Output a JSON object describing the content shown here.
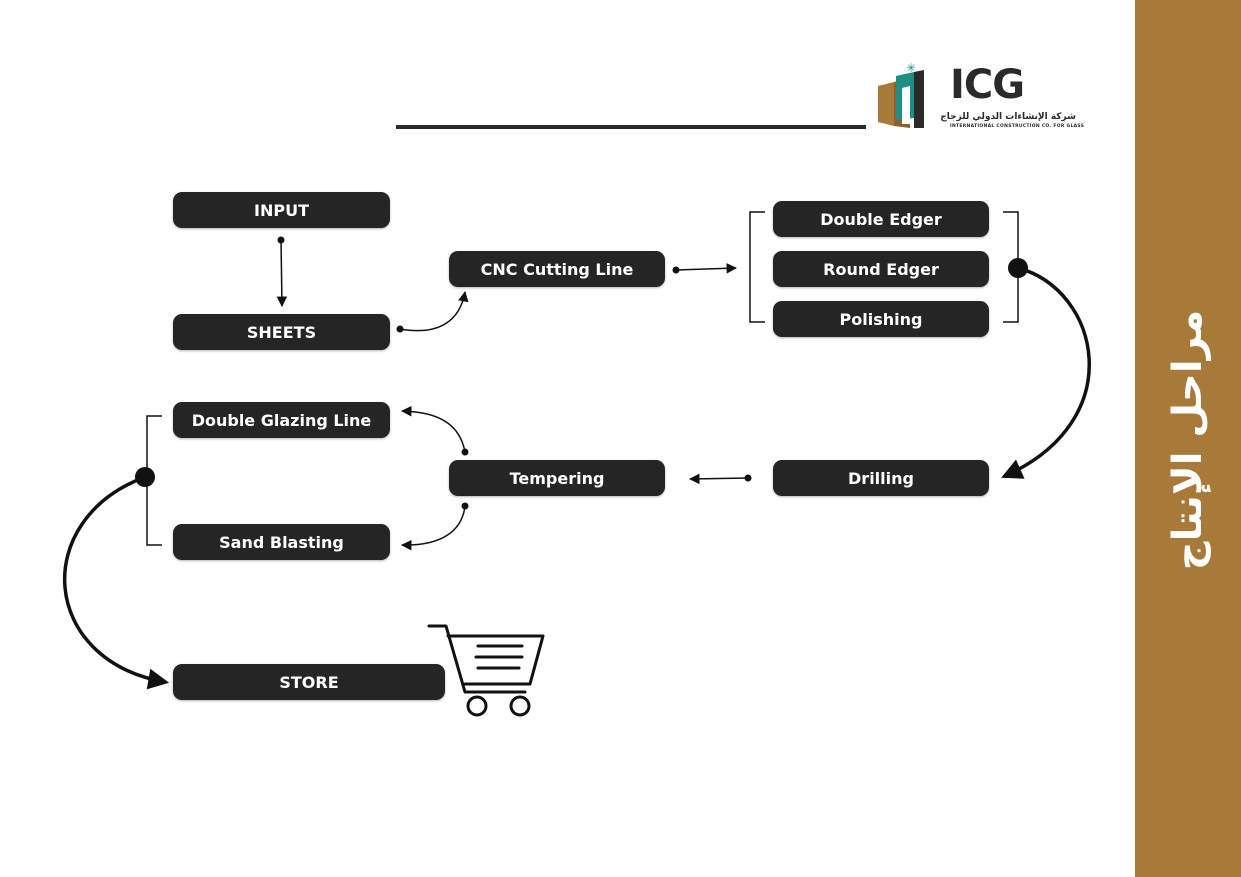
{
  "sidebar": {
    "title": "مراحل الإنتاج",
    "color": "#a87a3a"
  },
  "logo": {
    "name": "ICG",
    "arabic_name": "شركة الإنشاءات الدولي للزجاج",
    "english_name": "INTERNATIONAL CONSTRUCTION CO. FOR GLASS",
    "colors": {
      "dark": "#2a2a2a",
      "gold": "#a87a3a",
      "teal": "#1e8e84"
    }
  },
  "nodes": {
    "input": "INPUT",
    "sheets": "SHEETS",
    "cnc": "CNC Cutting Line",
    "double_edger": "Double Edger",
    "round_edger": "Round Edger",
    "polishing": "Polishing",
    "drilling": "Drilling",
    "tempering": "Tempering",
    "double_glazing": "Double Glazing Line",
    "sand_blasting": "Sand Blasting",
    "store": "STORE"
  },
  "icons": {
    "store": "shopping-cart-icon"
  }
}
